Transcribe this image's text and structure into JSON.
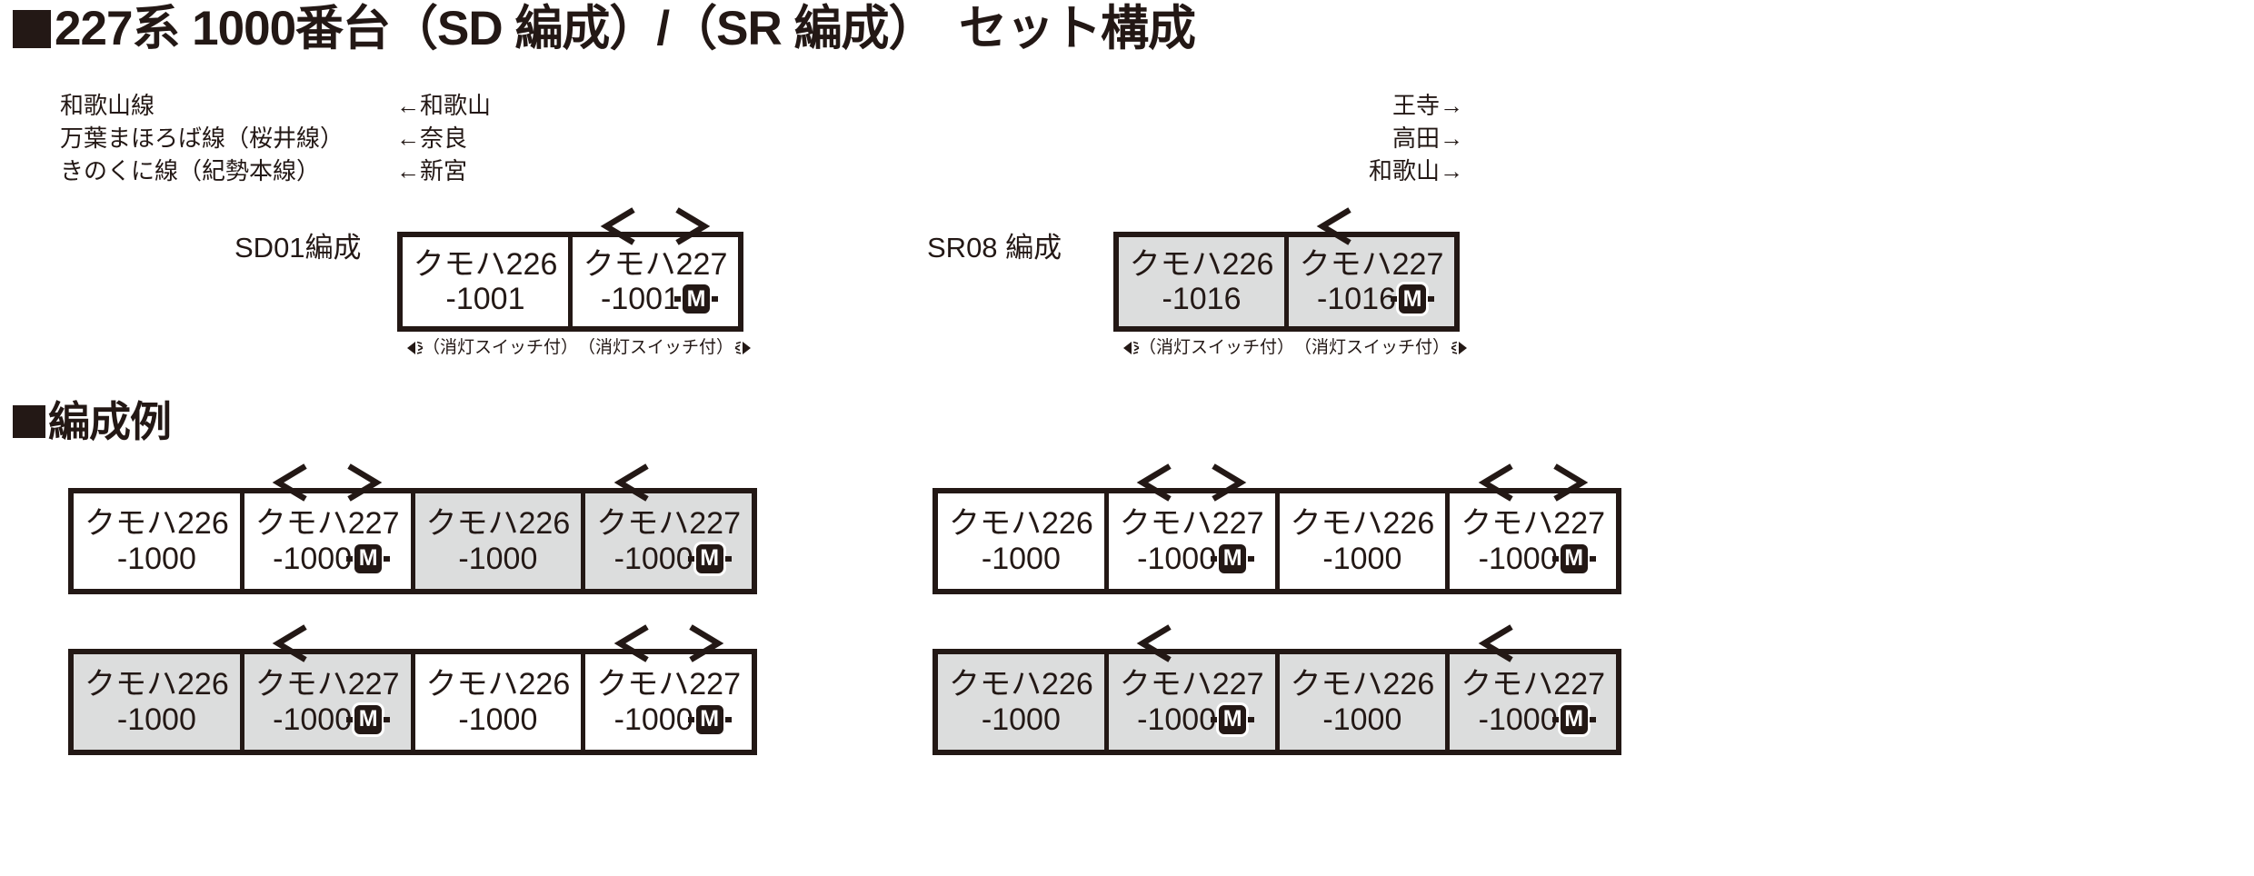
{
  "title": {
    "marker": "square",
    "text": "227系 1000番台（SD 編成）/（SR 編成）　セット構成"
  },
  "example_heading": {
    "marker": "square",
    "text": "編成例"
  },
  "routes": [
    {
      "name": "和歌山線",
      "from": "←和歌山",
      "to": "王寺→"
    },
    {
      "name": "万葉まほろば線（桜井線）",
      "from": "←奈良",
      "to": "高田→"
    },
    {
      "name": "きのくに線（紀勢本線）",
      "from": "←新宮",
      "to": "和歌山→"
    }
  ],
  "sets": [
    {
      "label": "SD01編成",
      "cars": [
        {
          "name": "クモハ226",
          "number": "-1001",
          "motor": false,
          "shaded": false,
          "pantographs": []
        },
        {
          "name": "クモハ227",
          "number": "-1001",
          "motor": true,
          "shaded": false,
          "pantographs": [
            "left",
            "right"
          ]
        }
      ],
      "notes": [
        {
          "icon": "headlight-icon",
          "icon_side": "left",
          "text": "（消灯スイッチ付）"
        },
        {
          "icon": "headlight-icon",
          "icon_side": "right",
          "text": "（消灯スイッチ付）"
        }
      ]
    },
    {
      "label": "SR08 編成",
      "cars": [
        {
          "name": "クモハ226",
          "number": "-1016",
          "motor": false,
          "shaded": true,
          "pantographs": []
        },
        {
          "name": "クモハ227",
          "number": "-1016",
          "motor": true,
          "shaded": true,
          "pantographs": [
            "left"
          ]
        }
      ],
      "notes": [
        {
          "icon": "headlight-icon",
          "icon_side": "left",
          "text": "（消灯スイッチ付）"
        },
        {
          "icon": "headlight-icon",
          "icon_side": "right",
          "text": "（消灯スイッチ付）"
        }
      ]
    }
  ],
  "examples": [
    {
      "cars": [
        {
          "name": "クモハ226",
          "number": "-1000",
          "motor": false,
          "shaded": false,
          "pantographs": []
        },
        {
          "name": "クモハ227",
          "number": "-1000",
          "motor": true,
          "shaded": false,
          "pantographs": [
            "left",
            "right"
          ]
        },
        {
          "name": "クモハ226",
          "number": "-1000",
          "motor": false,
          "shaded": true,
          "pantographs": []
        },
        {
          "name": "クモハ227",
          "number": "-1000",
          "motor": true,
          "shaded": true,
          "pantographs": [
            "left"
          ]
        }
      ]
    },
    {
      "cars": [
        {
          "name": "クモハ226",
          "number": "-1000",
          "motor": false,
          "shaded": false,
          "pantographs": []
        },
        {
          "name": "クモハ227",
          "number": "-1000",
          "motor": true,
          "shaded": false,
          "pantographs": [
            "left",
            "right"
          ]
        },
        {
          "name": "クモハ226",
          "number": "-1000",
          "motor": false,
          "shaded": false,
          "pantographs": []
        },
        {
          "name": "クモハ227",
          "number": "-1000",
          "motor": true,
          "shaded": false,
          "pantographs": [
            "left",
            "right"
          ]
        }
      ]
    },
    {
      "cars": [
        {
          "name": "クモハ226",
          "number": "-1000",
          "motor": false,
          "shaded": true,
          "pantographs": []
        },
        {
          "name": "クモハ227",
          "number": "-1000",
          "motor": true,
          "shaded": true,
          "pantographs": [
            "left"
          ]
        },
        {
          "name": "クモハ226",
          "number": "-1000",
          "motor": false,
          "shaded": false,
          "pantographs": []
        },
        {
          "name": "クモハ227",
          "number": "-1000",
          "motor": true,
          "shaded": false,
          "pantographs": [
            "left",
            "right"
          ]
        }
      ]
    },
    {
      "cars": [
        {
          "name": "クモハ226",
          "number": "-1000",
          "motor": false,
          "shaded": true,
          "pantographs": []
        },
        {
          "name": "クモハ227",
          "number": "-1000",
          "motor": true,
          "shaded": true,
          "pantographs": [
            "left"
          ]
        },
        {
          "name": "クモハ226",
          "number": "-1000",
          "motor": false,
          "shaded": true,
          "pantographs": []
        },
        {
          "name": "クモハ227",
          "number": "-1000",
          "motor": true,
          "shaded": true,
          "pantographs": [
            "left"
          ]
        }
      ]
    }
  ],
  "colors": {
    "ink": "#231815",
    "shade": "#dcdddd",
    "paper": "#ffffff"
  }
}
